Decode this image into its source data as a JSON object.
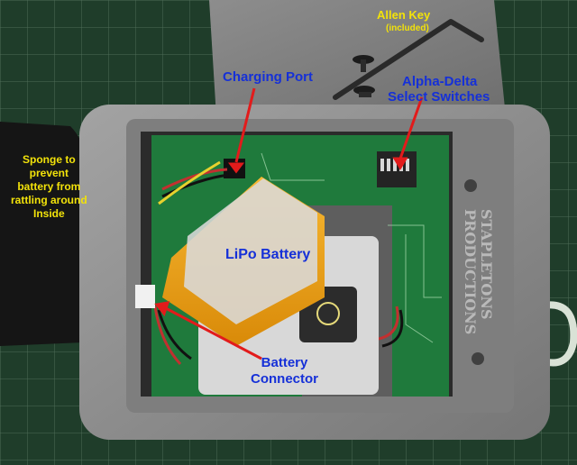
{
  "labels": {
    "allen_key": "Allen Key",
    "allen_key_note": "(included)",
    "charging_port": "Charging Port",
    "switches_line1": "Alpha-Delta",
    "switches_line2": "Select Switches",
    "sponge_line1": "Sponge to",
    "sponge_line2": "prevent",
    "sponge_line3": "battery from",
    "sponge_line4": "rattling around",
    "sponge_line5": "Inside",
    "lipo_battery": "LiPo Battery",
    "battery_connector_line1": "Battery",
    "battery_connector_line2": "Connector"
  },
  "embossed_text": [
    "STAPLETONS",
    "PRODUCTIONS"
  ],
  "colors": {
    "label_blue": "#1530d8",
    "label_yellow": "#f2e20a",
    "arrow_red": "#e21b1b",
    "cutting_mat": "#1f3d2a",
    "enclosure_gray": "#8c8c8c",
    "pcb_green": "#1f7a3c",
    "battery_orange": "#f0a312"
  }
}
